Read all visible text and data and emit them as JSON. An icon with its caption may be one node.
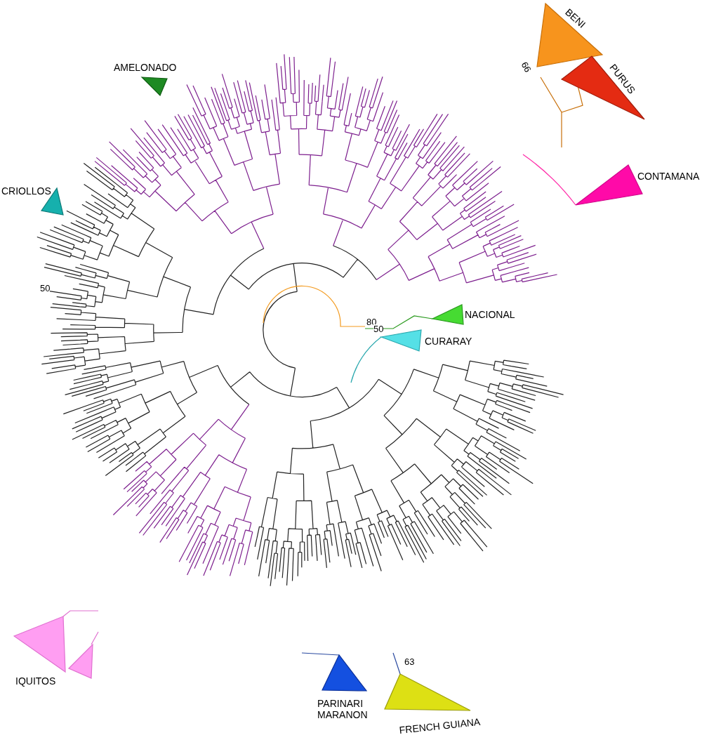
{
  "diagram": {
    "nodes": [
      {
        "text": [
          "BENI"
        ]
      },
      {
        "text": [
          "PURUS"
        ]
      },
      {
        "text": [
          "CONTAMANA"
        ]
      },
      {
        "text": [
          "NACIONAL"
        ]
      },
      {
        "text": [
          "CURARAY"
        ]
      },
      {
        "text": [
          "AMELONADO"
        ]
      },
      {
        "text": [
          "CRIOLLOS"
        ]
      },
      {
        "text": [
          "IQUITOS"
        ]
      },
      {
        "text": [],
        "shape": "triangle"
      },
      {
        "text": [
          "PARINARI MARANON"
        ]
      },
      {
        "text": [
          "FRENCH GUIANA"
        ]
      }
    ],
    "labels": [
      "66",
      "80",
      "50",
      "50",
      "63"
    ]
  }
}
